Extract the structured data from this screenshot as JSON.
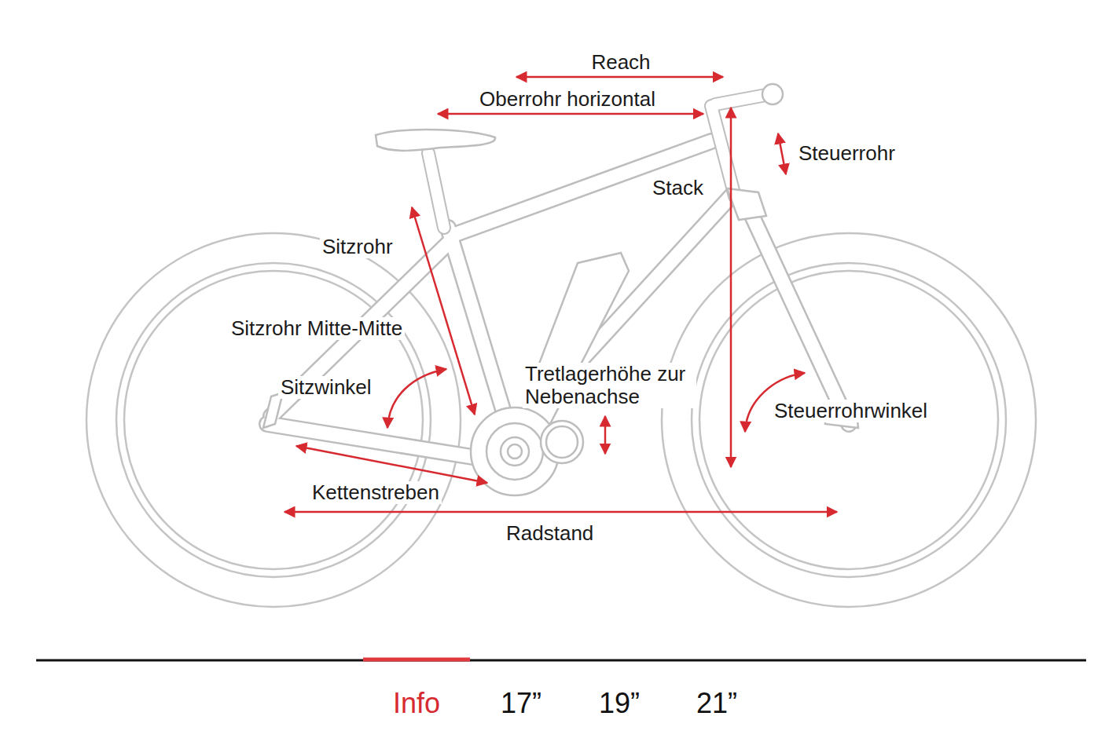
{
  "diagram": {
    "labels": [
      "Reach",
      "Oberrohr horizontal",
      "Steuerrohr",
      "Stack",
      "Sitzrohr",
      "Sitzrohr Mitte-Mitte",
      "Sitzwinkel",
      "Tretlagerhöhe zur Nebenachse",
      "Steuerrohrwinkel",
      "Kettenstreben",
      "Radstand",
      "Info",
      "17”",
      "19”",
      "21”"
    ]
  }
}
